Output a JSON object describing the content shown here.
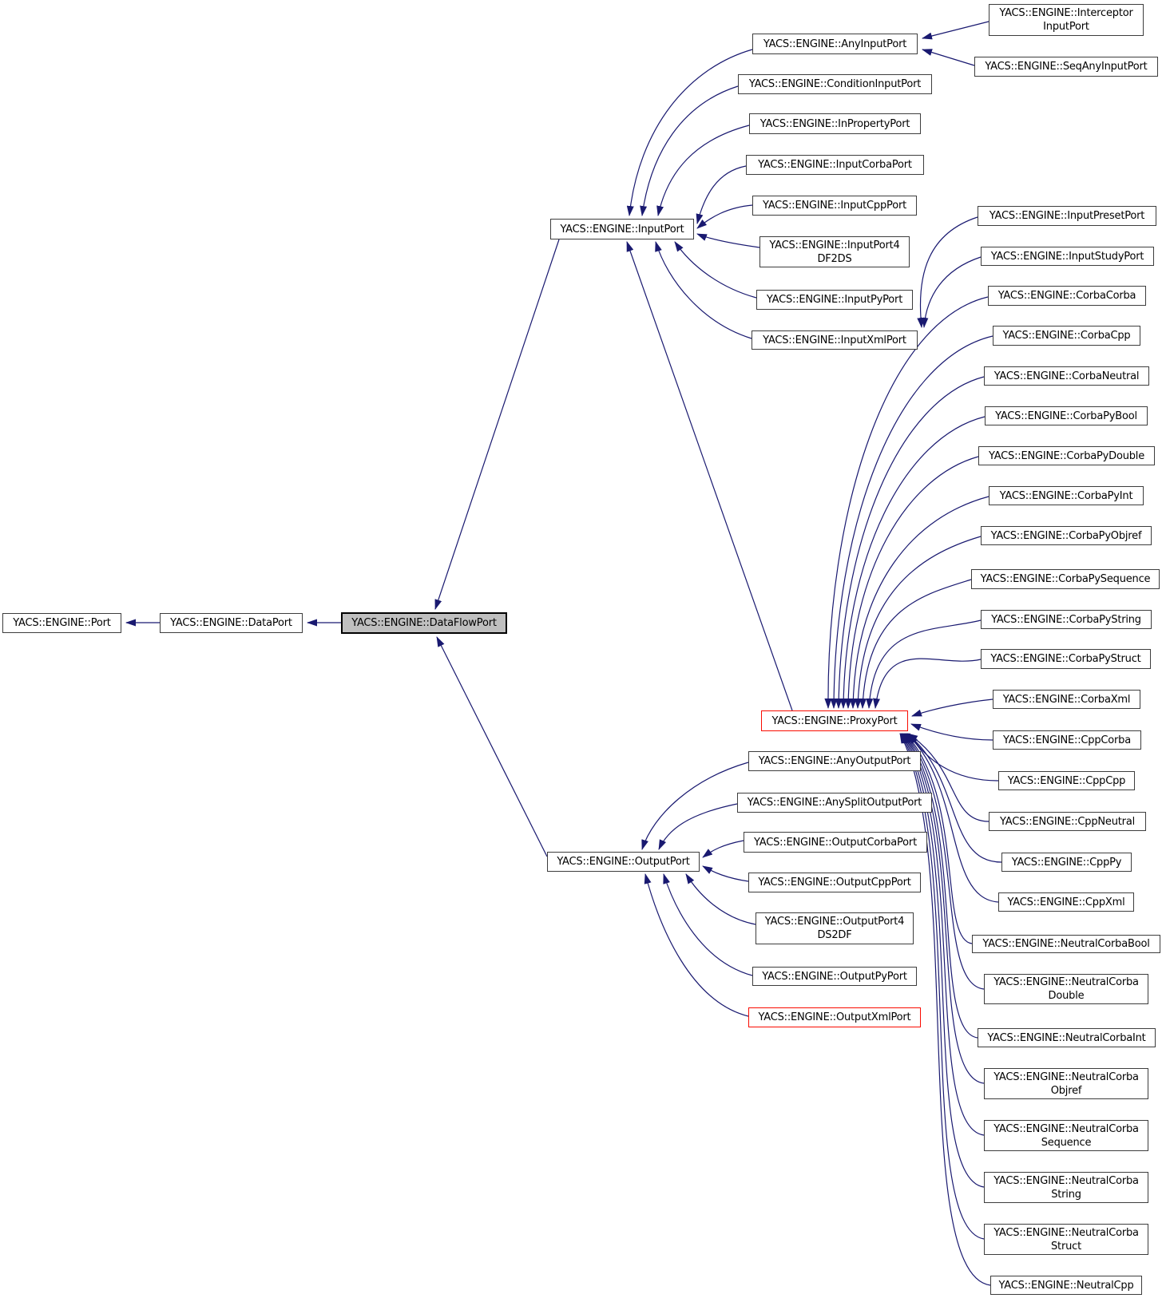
{
  "diagram": {
    "type": "class-inheritance-graph",
    "colors": {
      "edge": "#191970",
      "node_border": "#3d3d3d",
      "highlight_fill": "#bfbfbf",
      "alert_border": "#fa0b00",
      "background": "#ffffff"
    },
    "nodes": [
      {
        "id": "port",
        "label": "YACS::ENGINE::Port",
        "variant": "normal"
      },
      {
        "id": "data_port",
        "label": "YACS::ENGINE::DataPort",
        "variant": "normal"
      },
      {
        "id": "data_flow_port",
        "label": "YACS::ENGINE::DataFlowPort",
        "variant": "highlight"
      },
      {
        "id": "input_port",
        "label": "YACS::ENGINE::InputPort",
        "variant": "normal"
      },
      {
        "id": "output_port",
        "label": "YACS::ENGINE::OutputPort",
        "variant": "normal"
      },
      {
        "id": "any_input_port",
        "label": "YACS::ENGINE::AnyInputPort",
        "variant": "normal"
      },
      {
        "id": "condition_input_port",
        "label": "YACS::ENGINE::ConditionInputPort",
        "variant": "normal"
      },
      {
        "id": "in_property_port",
        "label": "YACS::ENGINE::InPropertyPort",
        "variant": "normal"
      },
      {
        "id": "input_corba_port",
        "label": "YACS::ENGINE::InputCorbaPort",
        "variant": "normal"
      },
      {
        "id": "input_cpp_port",
        "label": "YACS::ENGINE::InputCppPort",
        "variant": "normal"
      },
      {
        "id": "input_port4_df2ds",
        "label": "YACS::ENGINE::InputPort4\nDF2DS",
        "variant": "normal"
      },
      {
        "id": "input_py_port",
        "label": "YACS::ENGINE::InputPyPort",
        "variant": "normal"
      },
      {
        "id": "input_xml_port",
        "label": "YACS::ENGINE::InputXmlPort",
        "variant": "normal"
      },
      {
        "id": "interceptor_input_port",
        "label": "YACS::ENGINE::Interceptor\nInputPort",
        "variant": "normal"
      },
      {
        "id": "seq_any_input_port",
        "label": "YACS::ENGINE::SeqAnyInputPort",
        "variant": "normal"
      },
      {
        "id": "input_preset_port",
        "label": "YACS::ENGINE::InputPresetPort",
        "variant": "normal"
      },
      {
        "id": "input_study_port",
        "label": "YACS::ENGINE::InputStudyPort",
        "variant": "normal"
      },
      {
        "id": "corba_corba",
        "label": "YACS::ENGINE::CorbaCorba",
        "variant": "normal"
      },
      {
        "id": "corba_cpp",
        "label": "YACS::ENGINE::CorbaCpp",
        "variant": "normal"
      },
      {
        "id": "corba_neutral",
        "label": "YACS::ENGINE::CorbaNeutral",
        "variant": "normal"
      },
      {
        "id": "corba_py_bool",
        "label": "YACS::ENGINE::CorbaPyBool",
        "variant": "normal"
      },
      {
        "id": "corba_py_double",
        "label": "YACS::ENGINE::CorbaPyDouble",
        "variant": "normal"
      },
      {
        "id": "corba_py_int",
        "label": "YACS::ENGINE::CorbaPyInt",
        "variant": "normal"
      },
      {
        "id": "corba_py_objref",
        "label": "YACS::ENGINE::CorbaPyObjref",
        "variant": "normal"
      },
      {
        "id": "corba_py_sequence",
        "label": "YACS::ENGINE::CorbaPySequence",
        "variant": "normal"
      },
      {
        "id": "corba_py_string",
        "label": "YACS::ENGINE::CorbaPyString",
        "variant": "normal"
      },
      {
        "id": "corba_py_struct",
        "label": "YACS::ENGINE::CorbaPyStruct",
        "variant": "normal"
      },
      {
        "id": "corba_xml",
        "label": "YACS::ENGINE::CorbaXml",
        "variant": "normal"
      },
      {
        "id": "proxy_port",
        "label": "YACS::ENGINE::ProxyPort",
        "variant": "red"
      },
      {
        "id": "cpp_corba",
        "label": "YACS::ENGINE::CppCorba",
        "variant": "normal"
      },
      {
        "id": "cpp_cpp",
        "label": "YACS::ENGINE::CppCpp",
        "variant": "normal"
      },
      {
        "id": "cpp_neutral",
        "label": "YACS::ENGINE::CppNeutral",
        "variant": "normal"
      },
      {
        "id": "cpp_py",
        "label": "YACS::ENGINE::CppPy",
        "variant": "normal"
      },
      {
        "id": "cpp_xml",
        "label": "YACS::ENGINE::CppXml",
        "variant": "normal"
      },
      {
        "id": "neutral_corba_bool",
        "label": "YACS::ENGINE::NeutralCorbaBool",
        "variant": "normal"
      },
      {
        "id": "neutral_corba_double",
        "label": "YACS::ENGINE::NeutralCorba\nDouble",
        "variant": "normal"
      },
      {
        "id": "neutral_corba_int",
        "label": "YACS::ENGINE::NeutralCorbaInt",
        "variant": "normal"
      },
      {
        "id": "neutral_corba_objref",
        "label": "YACS::ENGINE::NeutralCorba\nObjref",
        "variant": "normal"
      },
      {
        "id": "neutral_corba_sequence",
        "label": "YACS::ENGINE::NeutralCorba\nSequence",
        "variant": "normal"
      },
      {
        "id": "neutral_corba_string",
        "label": "YACS::ENGINE::NeutralCorba\nString",
        "variant": "normal"
      },
      {
        "id": "neutral_corba_struct",
        "label": "YACS::ENGINE::NeutralCorba\nStruct",
        "variant": "normal"
      },
      {
        "id": "neutral_cpp",
        "label": "YACS::ENGINE::NeutralCpp",
        "variant": "normal"
      },
      {
        "id": "any_output_port",
        "label": "YACS::ENGINE::AnyOutputPort",
        "variant": "normal"
      },
      {
        "id": "any_split_output_port",
        "label": "YACS::ENGINE::AnySplitOutputPort",
        "variant": "normal"
      },
      {
        "id": "output_corba_port",
        "label": "YACS::ENGINE::OutputCorbaPort",
        "variant": "normal"
      },
      {
        "id": "output_cpp_port",
        "label": "YACS::ENGINE::OutputCppPort",
        "variant": "normal"
      },
      {
        "id": "output_port4_ds2df",
        "label": "YACS::ENGINE::OutputPort4\nDS2DF",
        "variant": "normal"
      },
      {
        "id": "output_py_port",
        "label": "YACS::ENGINE::OutputPyPort",
        "variant": "normal"
      },
      {
        "id": "output_xml_port",
        "label": "YACS::ENGINE::OutputXmlPort",
        "variant": "red"
      }
    ],
    "edges": [
      {
        "from": "data_port",
        "to": "port"
      },
      {
        "from": "data_flow_port",
        "to": "data_port"
      },
      {
        "from": "input_port",
        "to": "data_flow_port"
      },
      {
        "from": "output_port",
        "to": "data_flow_port"
      },
      {
        "from": "any_input_port",
        "to": "input_port"
      },
      {
        "from": "condition_input_port",
        "to": "input_port"
      },
      {
        "from": "in_property_port",
        "to": "input_port"
      },
      {
        "from": "input_corba_port",
        "to": "input_port"
      },
      {
        "from": "input_cpp_port",
        "to": "input_port"
      },
      {
        "from": "input_port4_df2ds",
        "to": "input_port"
      },
      {
        "from": "input_py_port",
        "to": "input_port"
      },
      {
        "from": "input_xml_port",
        "to": "input_port"
      },
      {
        "from": "proxy_port",
        "to": "input_port"
      },
      {
        "from": "interceptor_input_port",
        "to": "any_input_port"
      },
      {
        "from": "seq_any_input_port",
        "to": "any_input_port"
      },
      {
        "from": "input_preset_port",
        "to": "input_xml_port"
      },
      {
        "from": "input_study_port",
        "to": "input_xml_port"
      },
      {
        "from": "corba_corba",
        "to": "proxy_port"
      },
      {
        "from": "corba_cpp",
        "to": "proxy_port"
      },
      {
        "from": "corba_neutral",
        "to": "proxy_port"
      },
      {
        "from": "corba_py_bool",
        "to": "proxy_port"
      },
      {
        "from": "corba_py_double",
        "to": "proxy_port"
      },
      {
        "from": "corba_py_int",
        "to": "proxy_port"
      },
      {
        "from": "corba_py_objref",
        "to": "proxy_port"
      },
      {
        "from": "corba_py_sequence",
        "to": "proxy_port"
      },
      {
        "from": "corba_py_string",
        "to": "proxy_port"
      },
      {
        "from": "corba_py_struct",
        "to": "proxy_port"
      },
      {
        "from": "corba_xml",
        "to": "proxy_port"
      },
      {
        "from": "cpp_corba",
        "to": "proxy_port"
      },
      {
        "from": "cpp_cpp",
        "to": "proxy_port"
      },
      {
        "from": "cpp_neutral",
        "to": "proxy_port"
      },
      {
        "from": "cpp_py",
        "to": "proxy_port"
      },
      {
        "from": "cpp_xml",
        "to": "proxy_port"
      },
      {
        "from": "neutral_corba_bool",
        "to": "proxy_port"
      },
      {
        "from": "neutral_corba_double",
        "to": "proxy_port"
      },
      {
        "from": "neutral_corba_int",
        "to": "proxy_port"
      },
      {
        "from": "neutral_corba_objref",
        "to": "proxy_port"
      },
      {
        "from": "neutral_corba_sequence",
        "to": "proxy_port"
      },
      {
        "from": "neutral_corba_string",
        "to": "proxy_port"
      },
      {
        "from": "neutral_corba_struct",
        "to": "proxy_port"
      },
      {
        "from": "neutral_cpp",
        "to": "proxy_port"
      },
      {
        "from": "any_output_port",
        "to": "output_port"
      },
      {
        "from": "any_split_output_port",
        "to": "output_port"
      },
      {
        "from": "output_corba_port",
        "to": "output_port"
      },
      {
        "from": "output_cpp_port",
        "to": "output_port"
      },
      {
        "from": "output_port4_ds2df",
        "to": "output_port"
      },
      {
        "from": "output_py_port",
        "to": "output_port"
      },
      {
        "from": "output_xml_port",
        "to": "output_port"
      }
    ]
  }
}
